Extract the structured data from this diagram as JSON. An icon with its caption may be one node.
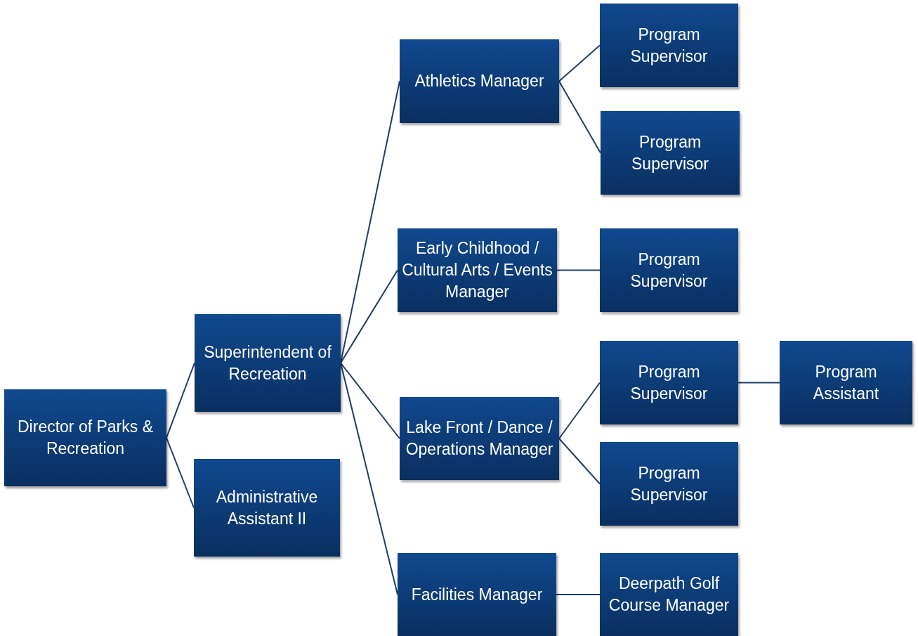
{
  "diagram": {
    "nodes": [
      {
        "text": [
          "Director of Parks & Recreation"
        ]
      },
      {
        "text": [
          "Superintendent of Recreation"
        ]
      },
      {
        "text": [
          "Administrative Assistant II"
        ]
      },
      {
        "text": [
          "Athletics Manager"
        ]
      },
      {
        "text": [
          "Program Supervisor"
        ]
      },
      {
        "text": [
          "Program Supervisor"
        ]
      },
      {
        "text": [
          "Early Childhood / Cultural Arts / Events Manager"
        ]
      },
      {
        "text": [
          "Program Supervisor"
        ]
      },
      {
        "text": [
          "Lake Front / Dance / Operations Manager"
        ]
      },
      {
        "text": [
          "Program Supervisor"
        ]
      },
      {
        "text": [
          "Program Assistant"
        ]
      },
      {
        "text": [
          "Program Supervisor"
        ]
      },
      {
        "text": [
          "Facilities Manager"
        ]
      },
      {
        "text": [
          "Deerpath Golf Course Manager"
        ]
      }
    ],
    "edges": [
      {
        "from": 0,
        "to": 1,
        "arrow": "none"
      },
      {
        "from": 0,
        "to": 2,
        "arrow": "none"
      },
      {
        "from": 1,
        "to": 3,
        "arrow": "none"
      },
      {
        "from": 1,
        "to": 6,
        "arrow": "none"
      },
      {
        "from": 1,
        "to": 8,
        "arrow": "none"
      },
      {
        "from": 1,
        "to": 12,
        "arrow": "none"
      },
      {
        "from": 3,
        "to": 4,
        "arrow": "none"
      },
      {
        "from": 3,
        "to": 5,
        "arrow": "none"
      },
      {
        "from": 6,
        "to": 7,
        "arrow": "none"
      },
      {
        "from": 8,
        "to": 9,
        "arrow": "none"
      },
      {
        "from": 8,
        "to": 11,
        "arrow": "none"
      },
      {
        "from": 9,
        "to": 10,
        "arrow": "none"
      },
      {
        "from": 12,
        "to": 13,
        "arrow": "none"
      }
    ]
  }
}
